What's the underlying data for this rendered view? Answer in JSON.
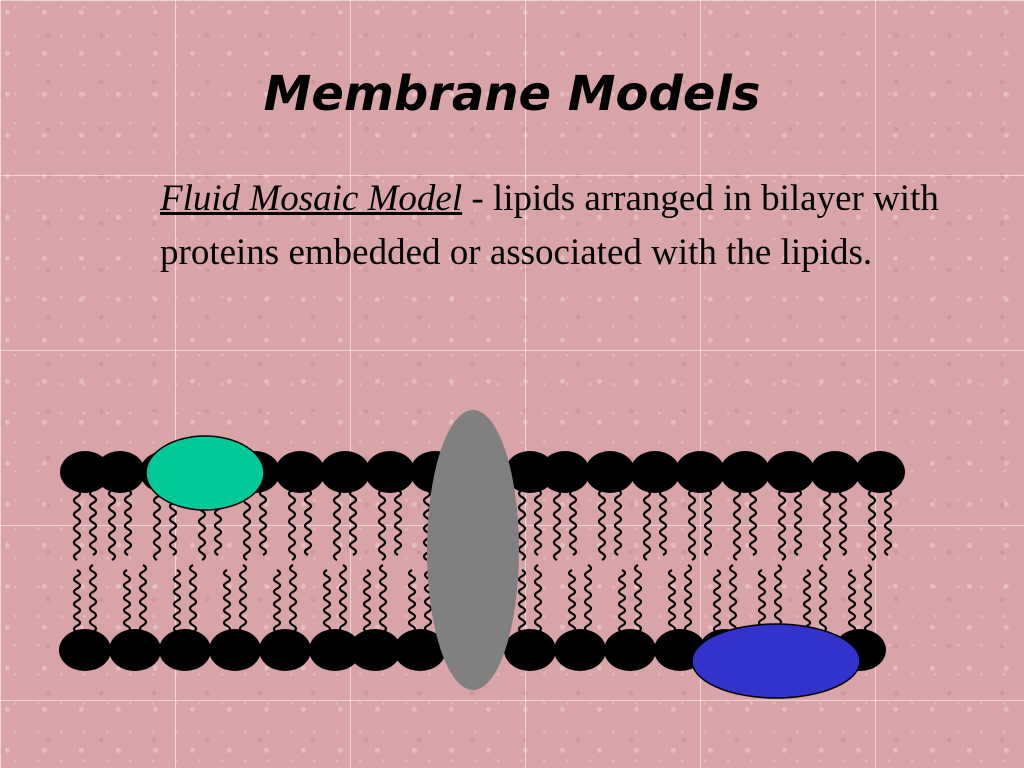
{
  "slide": {
    "title": "Membrane Models",
    "term": "Fluid Mosaic Model",
    "description": " - lipids arranged in bilayer with proteins embedded or associated with the lipids."
  },
  "diagram": {
    "colors": {
      "lipid_head": "#000000",
      "peripheral_protein_top": "#00c896",
      "integral_protein": "#808080",
      "peripheral_protein_bottom": "#3333cc"
    }
  }
}
